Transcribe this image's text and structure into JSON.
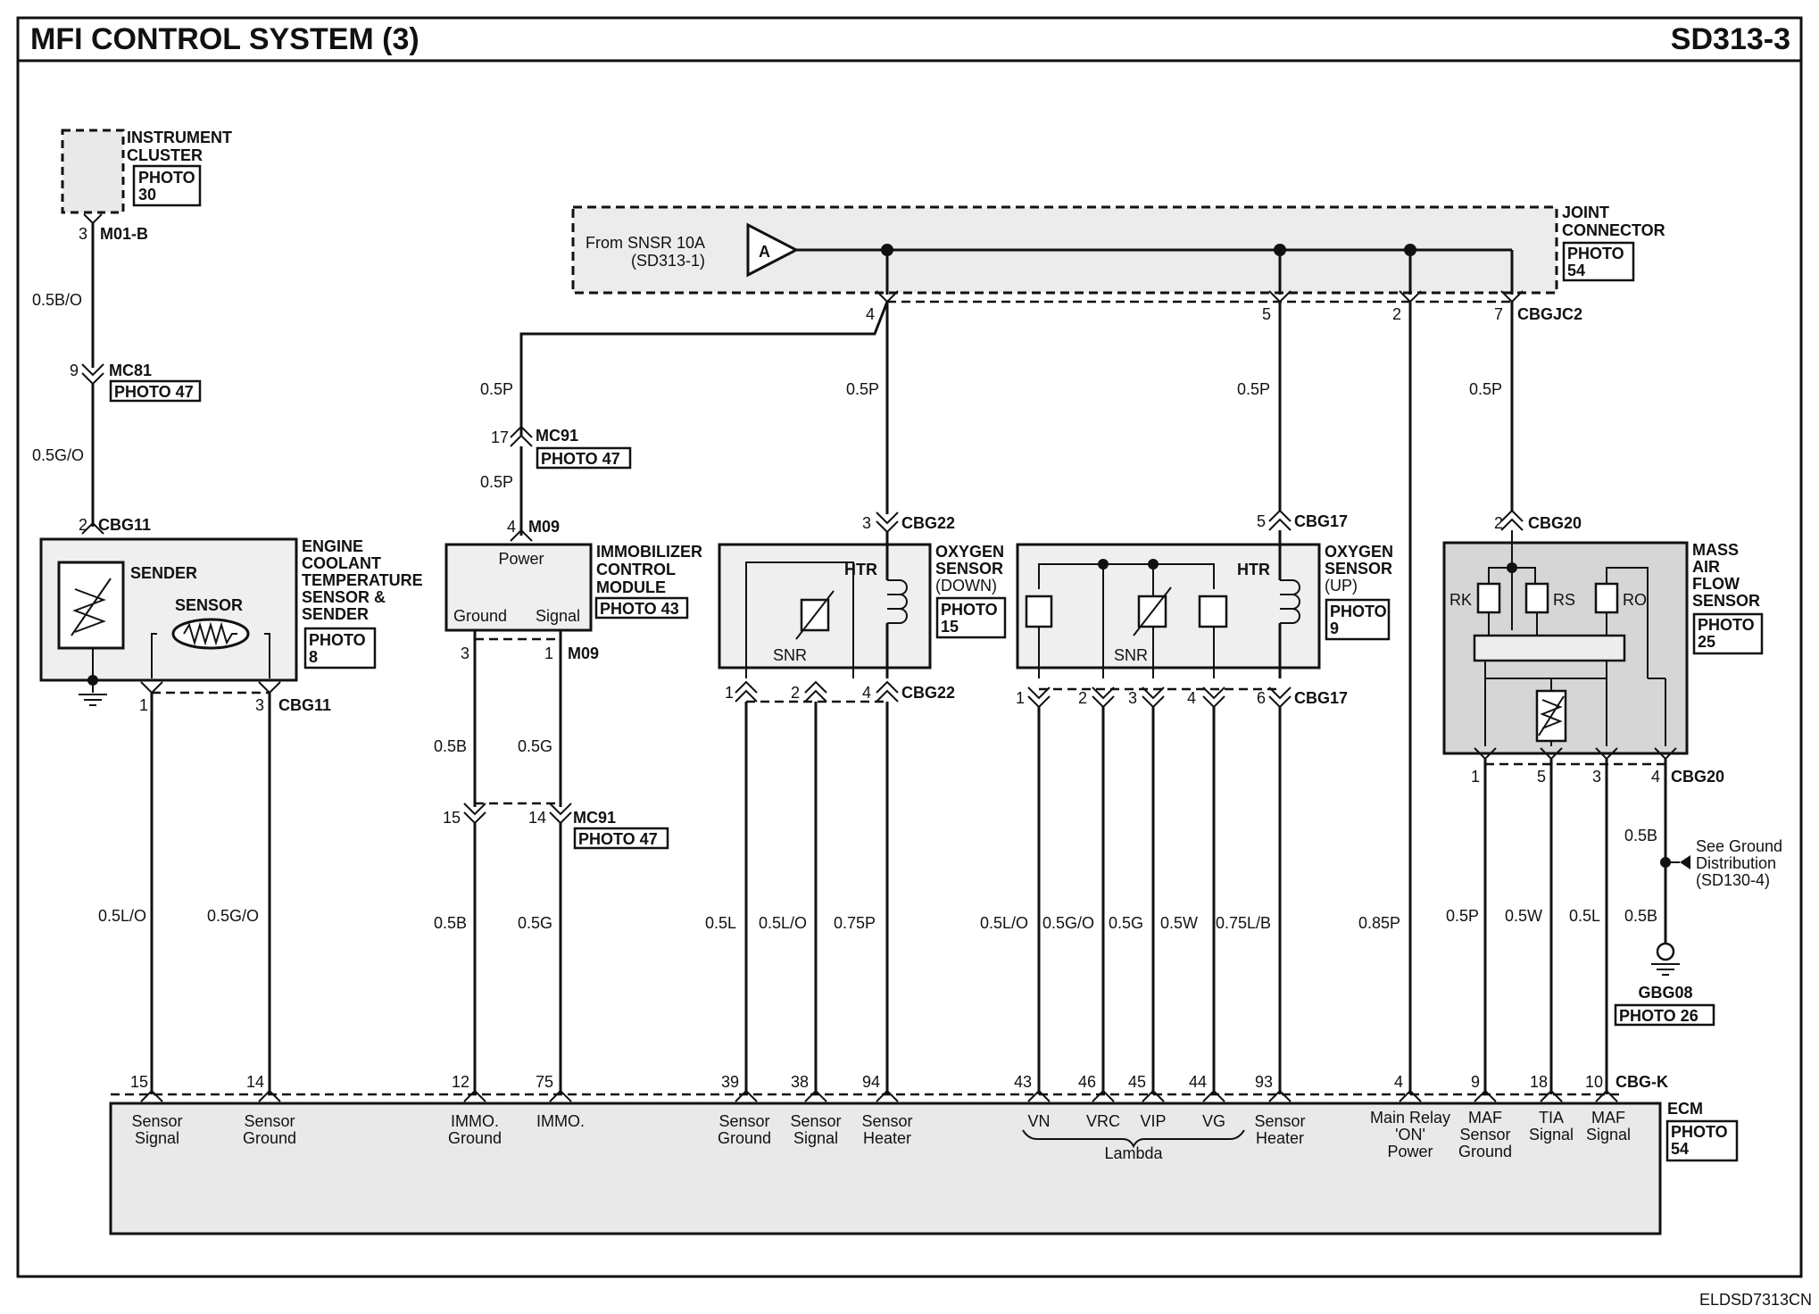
{
  "header": {
    "title": "MFI CONTROL SYSTEM (3)",
    "code": "SD313-3",
    "footer_code": "ELDSD7313CN"
  },
  "instrument_cluster": {
    "name_line1": "INSTRUMENT",
    "name_line2": "CLUSTER",
    "photo_line1": "PHOTO",
    "photo_line2": "30",
    "pin": "3",
    "connector": "M01-B"
  },
  "ect_sensor": {
    "wire_top": "0.5B/O",
    "mc81_pin": "9",
    "mc81": "MC81",
    "mc81_photo": "PHOTO 47",
    "wire_mid": "0.5G/O",
    "pin_top": "2",
    "conn_top": "CBG11",
    "sender": "SENDER",
    "sensor": "SENSOR",
    "name_line1": "ENGINE",
    "name_line2": "COOLANT",
    "name_line3": "TEMPERATURE",
    "name_line4": "SENSOR &",
    "name_line5": "SENDER",
    "photo_line1": "PHOTO",
    "photo_line2": "8",
    "pin1": "1",
    "pin3": "3",
    "conn_bot": "CBG11",
    "wire_sig": "0.5L/O",
    "wire_gnd": "0.5G/O"
  },
  "immobilizer": {
    "wire_p1": "0.5P",
    "mc91_pin": "17",
    "mc91": "MC91",
    "mc91_photo": "PHOTO 47",
    "wire_p2": "0.5P",
    "pin_top": "4",
    "conn_top": "M09",
    "power": "Power",
    "ground": "Ground",
    "signal": "Signal",
    "name_line1": "IMMOBILIZER",
    "name_line2": "CONTROL",
    "name_line3": "MODULE",
    "photo": "PHOTO 43",
    "pin3": "3",
    "pin1": "1",
    "conn_bot": "M09",
    "wire_b1": "0.5B",
    "wire_g1": "0.5G",
    "pin15": "15",
    "pin14": "14",
    "mc91b": "MC91",
    "mc91b_photo": "PHOTO 47",
    "wire_b2": "0.5B",
    "wire_g2": "0.5G"
  },
  "joint_connector": {
    "from_line1": "From SNSR 10A",
    "from_line2": "(SD313-1)",
    "ref": "A",
    "name_line1": "JOINT",
    "name_line2": "CONNECTOR",
    "photo_line1": "PHOTO",
    "photo_line2": "54",
    "pin4": "4",
    "pin5": "5",
    "pin2": "2",
    "pin7": "7",
    "conn": "CBGJC2"
  },
  "o2_down": {
    "wire_feed": "0.5P",
    "pin_top": "3",
    "conn_top": "CBG22",
    "htr": "HTR",
    "snr": "SNR",
    "name_line1": "OXYGEN",
    "name_line2": "SENSOR",
    "name_line3": "(DOWN)",
    "photo_line1": "PHOTO",
    "photo_line2": "15",
    "pin1": "1",
    "pin2": "2",
    "pin4": "4",
    "conn_bot": "CBG22",
    "wire1": "0.5L",
    "wire2": "0.5L/O",
    "wire3": "0.75P"
  },
  "o2_up": {
    "wire_feed": "0.5P",
    "pin_top": "5",
    "conn_top": "CBG17",
    "htr": "HTR",
    "snr": "SNR",
    "name_line1": "OXYGEN",
    "name_line2": "SENSOR",
    "name_line3": "(UP)",
    "photo_line1": "PHOTO",
    "photo_line2": "9",
    "pin1": "1",
    "pin2": "2",
    "pin3": "3",
    "pin4": "4",
    "pin6": "6",
    "conn_bot": "CBG17",
    "wire1": "0.5L/O",
    "wire2": "0.5G/O",
    "wire3": "0.5G",
    "wire4": "0.5W",
    "wire5": "0.75L/B"
  },
  "main_relay_wire": "0.85P",
  "maf": {
    "wire_feed": "0.5P",
    "pin_top": "2",
    "conn_top": "CBG20",
    "rk": "RK",
    "rs": "RS",
    "ro": "RO",
    "name_line1": "MASS",
    "name_line2": "AIR",
    "name_line3": "FLOW",
    "name_line4": "SENSOR",
    "photo_line1": "PHOTO",
    "photo_line2": "25",
    "pin1": "1",
    "pin5": "5",
    "pin3": "3",
    "pin4": "4",
    "conn_bot": "CBG20",
    "wire_gnd_a": "0.5B",
    "ground_note_line1": "See Ground",
    "ground_note_line2": "Distribution",
    "ground_note_line3": "(SD130-4)",
    "wire1": "0.5P",
    "wire2": "0.5W",
    "wire3": "0.5L",
    "wire_gnd_b": "0.5B",
    "ground": "GBG08",
    "ground_photo": "PHOTO 26"
  },
  "ecm": {
    "name": "ECM",
    "photo_line1": "PHOTO",
    "photo_line2": "54",
    "conn": "CBG-K",
    "lambda": "Lambda",
    "pins": [
      "15",
      "14",
      "12",
      "75",
      "39",
      "38",
      "94",
      "43",
      "46",
      "45",
      "44",
      "93",
      "4",
      "9",
      "18",
      "10"
    ],
    "labels": {
      "p15a": "Sensor",
      "p15b": "Signal",
      "p14a": "Sensor",
      "p14b": "Ground",
      "p12a": "IMMO.",
      "p12b": "Ground",
      "p75a": "IMMO.",
      "p39a": "Sensor",
      "p39b": "Ground",
      "p38a": "Sensor",
      "p38b": "Signal",
      "p94a": "Sensor",
      "p94b": "Heater",
      "p43": "VN",
      "p46": "VRC",
      "p45": "VIP",
      "p44": "VG",
      "p93a": "Sensor",
      "p93b": "Heater",
      "p4a": "Main Relay",
      "p4b": "'ON'",
      "p4c": "Power",
      "p9a": "MAF",
      "p9b": "Sensor",
      "p9c": "Ground",
      "p18a": "TIA",
      "p18b": "Signal",
      "p10a": "MAF",
      "p10b": "Signal"
    }
  }
}
